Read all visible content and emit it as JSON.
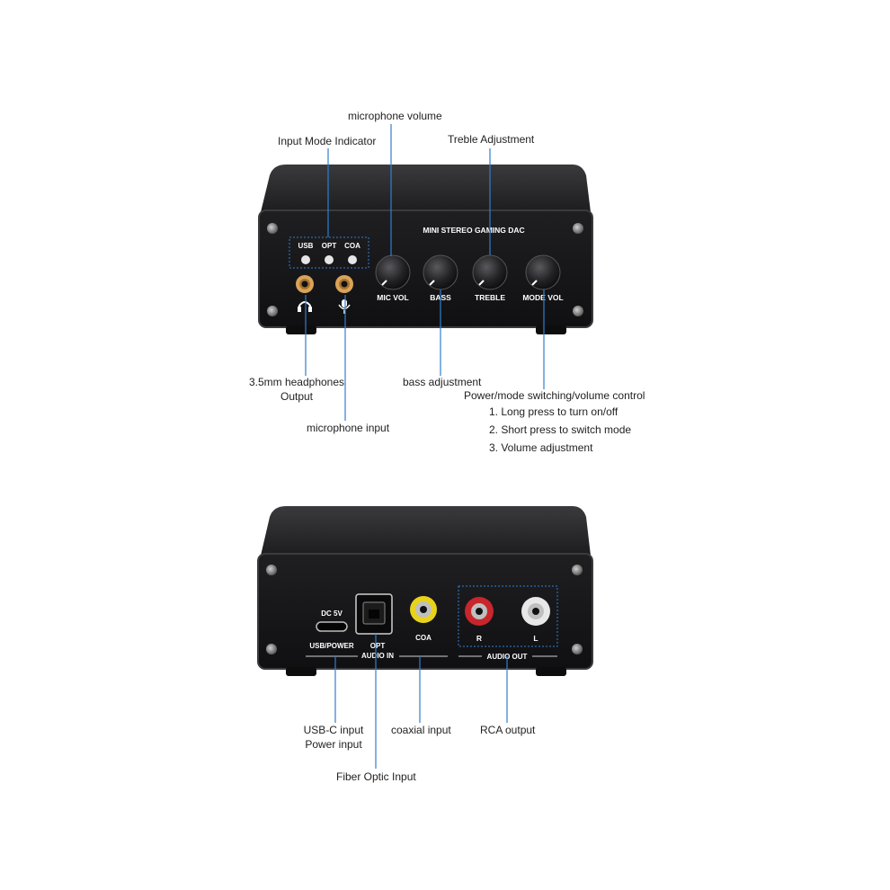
{
  "front_panel": {
    "title": "MINI STEREO GAMING DAC",
    "indicators": [
      "USB",
      "OPT",
      "COA"
    ],
    "knobs": [
      "MIC VOL",
      "BASS",
      "TREBLE",
      "MODE VOL"
    ],
    "jack_icons": [
      "headphones-icon",
      "microphone-icon"
    ]
  },
  "rear_panel": {
    "dc_label": "DC 5V",
    "usb_label": "USB/POWER",
    "opt_label_line1": "OPT",
    "opt_label_line2": "AUDIO IN",
    "coa_label": "COA",
    "rca_r_label": "R",
    "rca_l_label": "L",
    "audio_out_label": "AUDIO OUT"
  },
  "callouts": {
    "microphone_volume": "microphone volume",
    "input_mode_indicator": "Input Mode Indicator",
    "treble_adjustment": "Treble Adjustment",
    "headphones_line1": "3.5mm headphones",
    "headphones_line2": "Output",
    "bass_adjustment": "bass adjustment",
    "microphone_input": "microphone input",
    "power_mode_title": "Power/mode switching/volume control",
    "power_mode_items": [
      "1. Long press to turn on/off",
      "2. Short press to switch mode",
      "3. Volume adjustment"
    ],
    "usbc_line1": "USB-C input",
    "usbc_line2": "Power input",
    "coaxial_input": "coaxial input",
    "rca_output": "RCA output",
    "fiber_optic_input": "Fiber Optic Input"
  },
  "colors": {
    "callout_line": "#2f7fd0",
    "chassis": "#1c1c1e",
    "panel": "#151517",
    "jack_gold": "#d9a35a",
    "rca_red": "#c8262c",
    "rca_yellow": "#e8d21c",
    "rca_white": "#e8e8e8"
  }
}
